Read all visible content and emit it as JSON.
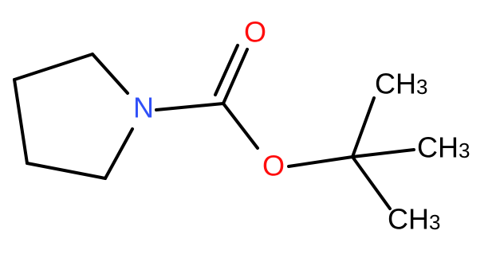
{
  "atoms": {
    "nitrogen": {
      "symbol": "N",
      "color": "#3050F8"
    },
    "carbonyl_oxygen": {
      "symbol": "O",
      "color": "#FF0D0D"
    },
    "ester_oxygen": {
      "symbol": "O",
      "color": "#FF0D0D"
    },
    "methyl_top": {
      "main": "CH",
      "sub": "3",
      "color": "#000000"
    },
    "methyl_right": {
      "main": "CH",
      "sub": "3",
      "color": "#000000"
    },
    "methyl_bottom": {
      "main": "CH",
      "sub": "3",
      "color": "#000000"
    }
  },
  "colors": {
    "bond": "#000000",
    "background": "#FFFFFF"
  }
}
